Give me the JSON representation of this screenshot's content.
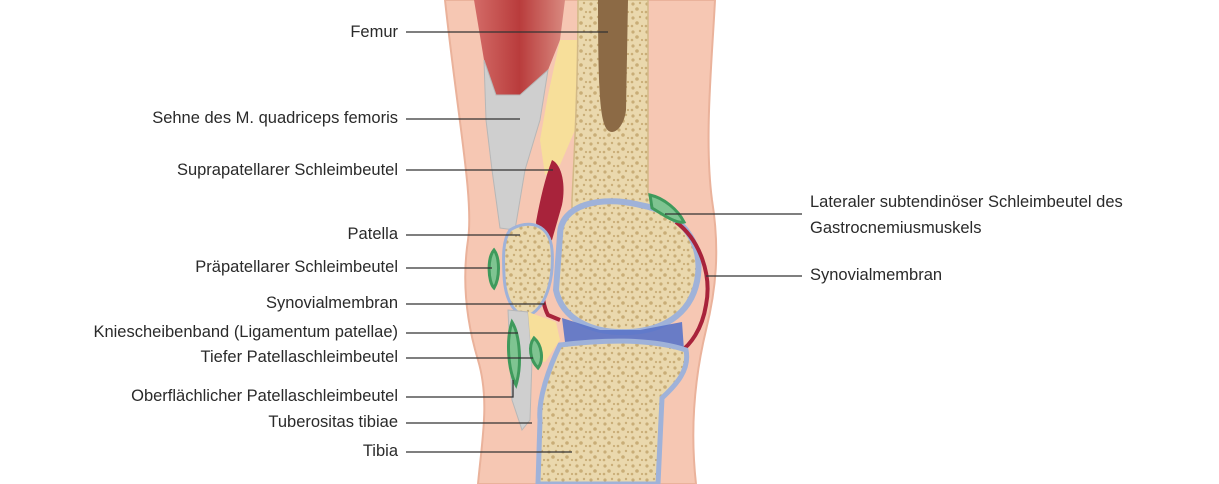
{
  "labels_left": [
    {
      "id": "femur",
      "text": "Femur"
    },
    {
      "id": "quadriceps-tendon",
      "text": "Sehne des M. quadriceps femoris"
    },
    {
      "id": "suprapatellar-bursa",
      "text": "Suprapatellarer Schleimbeutel"
    },
    {
      "id": "patella",
      "text": "Patella"
    },
    {
      "id": "prepatellar-bursa",
      "text": "Präpatellarer Schleimbeutel"
    },
    {
      "id": "synovial-membrane-left",
      "text": "Synovialmembran"
    },
    {
      "id": "patellar-ligament",
      "text": "Kniescheibenband (Ligamentum patellae)"
    },
    {
      "id": "deep-infrapatellar-bursa",
      "text": "Tiefer Patellaschleimbeutel"
    },
    {
      "id": "superficial-infrapatellar-bursa",
      "text": "Oberflächlicher Patellaschleimbeutel"
    },
    {
      "id": "tibial-tuberosity",
      "text": "Tuberositas tibiae"
    },
    {
      "id": "tibia",
      "text": "Tibia"
    }
  ],
  "labels_right": [
    {
      "id": "gastrocnemius-bursa",
      "lines": [
        "Lateraler subtendinöser Schleimbeutel des",
        "Gastrocnemiusmuskels"
      ]
    },
    {
      "id": "synovial-membrane-right",
      "text": "Synovialmembran"
    }
  ],
  "colors": {
    "skin": "#f6c7b3",
    "skin_edge": "#eab29b",
    "bone": "#eddcb3",
    "bone_spongy": "#d9c08e",
    "marrow": "#8c6a45",
    "muscle": "#c24a48",
    "tendon": "#c9c9c9",
    "fat": "#f7df9a",
    "bursa": "#3f9a5c",
    "synovial": "#a8233b",
    "cartilage": "#9fb2d9",
    "meniscus": "#5a73c8",
    "leader": "#333333"
  }
}
